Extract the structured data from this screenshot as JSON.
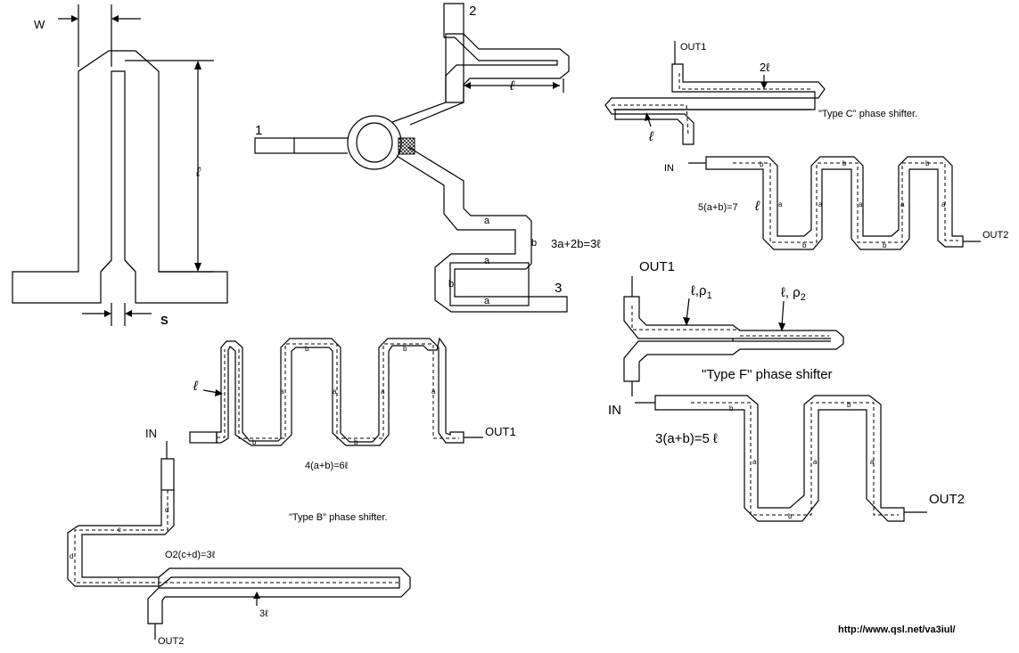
{
  "fig1": {
    "w_label": "W",
    "s_label": "S",
    "l_label": "ℓ"
  },
  "fig2": {
    "port1": "1",
    "port2": "2",
    "port3": "3",
    "l_label": "ℓ",
    "eq": "3a+2b=3ℓ",
    "a": "a",
    "b": "b"
  },
  "typeC": {
    "out1": "OUT1",
    "two_l": "2ℓ",
    "l_label": "ℓ",
    "caption": "\"Type C\" phase shifter.",
    "in": "IN",
    "eq": "5(a+b)=7",
    "eq_l": "ℓ",
    "out2": "OUT2",
    "a": "a",
    "b": "b"
  },
  "typeF": {
    "out1": "OUT1",
    "l_rho1": "ℓ,ρ",
    "sub1": "1",
    "l_rho2": "ℓ, ρ",
    "sub2": "2",
    "caption": "\"Type F\" phase shifter",
    "in": "IN",
    "eq": "3(a+b)=5 ℓ",
    "out2": "OUT2",
    "a": "a",
    "b": "b"
  },
  "typeB": {
    "l_label": "ℓ",
    "in": "IN",
    "out1": "OUT1",
    "eq1": "4(a+b)=6ℓ",
    "caption": "\"Type B\" phase shifter.",
    "eq2": "O2(c+d)=3ℓ",
    "three_l": "3ℓ",
    "out2": "OUT2",
    "a": "a",
    "b": "b",
    "c": "c",
    "d": "d"
  },
  "url": "http://www.qsl.net/va3iul/"
}
